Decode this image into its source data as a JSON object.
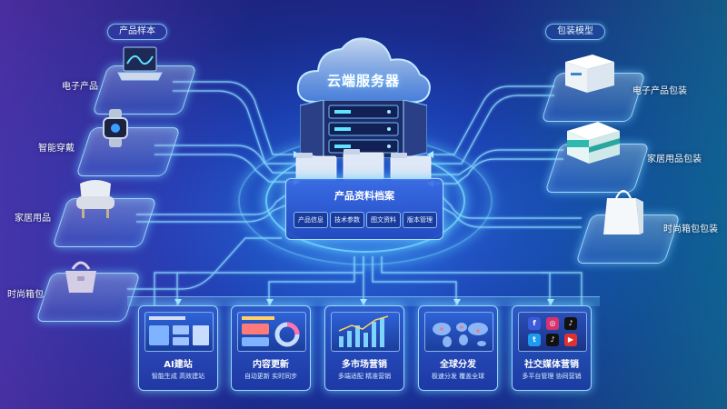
{
  "left_group": {
    "title": "产品样本",
    "items": [
      {
        "label": "电子产品",
        "icon": "laptop-icon"
      },
      {
        "label": "智能穿戴",
        "icon": "smartwatch-icon"
      },
      {
        "label": "家居用品",
        "icon": "armchair-icon"
      },
      {
        "label": "时尚箱包",
        "icon": "handbag-icon"
      }
    ]
  },
  "right_group": {
    "title": "包装模型",
    "items": [
      {
        "label": "电子产品包装",
        "icon": "product-box-icon"
      },
      {
        "label": "家居用品包装",
        "icon": "package-box-icon"
      },
      {
        "label": "时尚箱包包装",
        "icon": "shopping-bag-icon"
      }
    ]
  },
  "center": {
    "cloud_label": "云端服务器",
    "archive_title": "产品资料档案",
    "archive_tags": [
      "产品信息",
      "技术参数",
      "图文资料",
      "版本管理"
    ]
  },
  "bottom_panels": [
    {
      "title": "AI建站",
      "subtitle": "智能生成  高效建站"
    },
    {
      "title": "内容更新",
      "subtitle": "自动更新  实时同步"
    },
    {
      "title": "多市场营销",
      "subtitle": "多端适配  精准营销"
    },
    {
      "title": "全球分发",
      "subtitle": "极速分发  覆盖全球"
    },
    {
      "title": "社交媒体营销",
      "subtitle": "多平台管理  协同营销"
    }
  ],
  "colors": {
    "glow": "#6fd2ff",
    "accent": "#4fb8ff",
    "background_left": "#5a3ad0",
    "background_right": "#1aa8b0"
  }
}
